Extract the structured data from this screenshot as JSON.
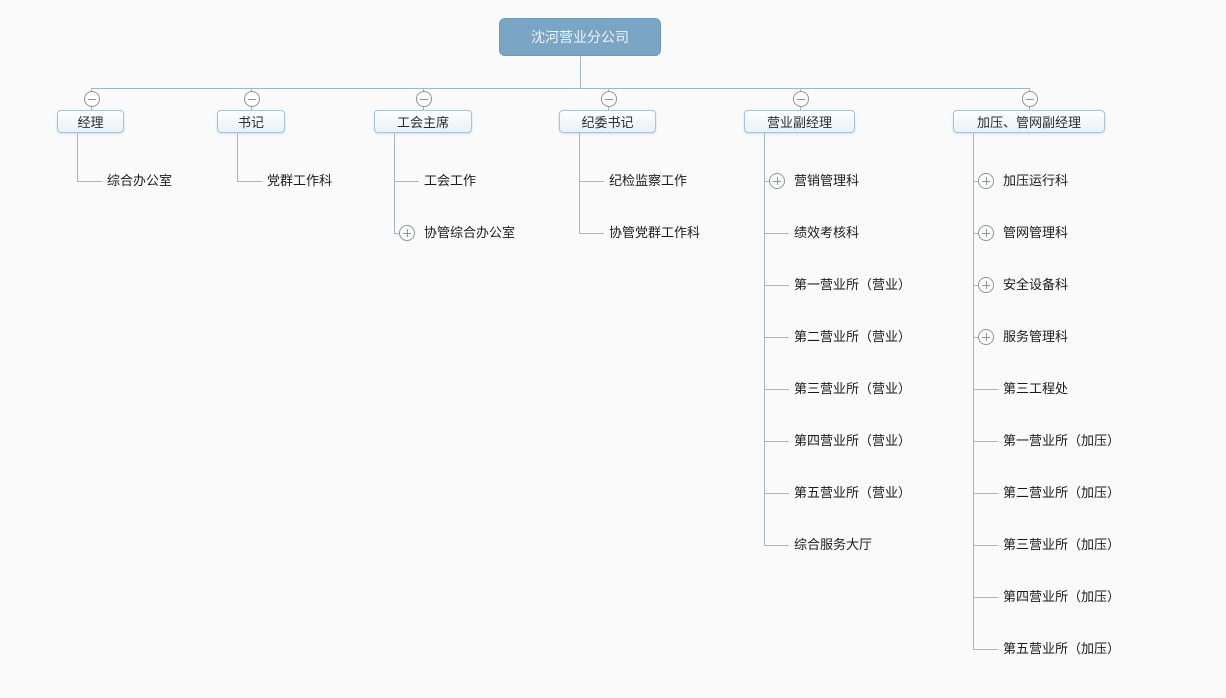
{
  "org_chart": {
    "root": {
      "label": "沈河营业分公司"
    },
    "branches": [
      {
        "label": "经理",
        "collapse_icon": "collapse-minus-icon",
        "children": [
          {
            "label": "综合办公室",
            "icon": "none"
          }
        ]
      },
      {
        "label": "书记",
        "collapse_icon": "collapse-minus-icon",
        "children": [
          {
            "label": "党群工作科",
            "icon": "none"
          }
        ]
      },
      {
        "label": "工会主席",
        "collapse_icon": "collapse-minus-icon",
        "children": [
          {
            "label": "工会工作",
            "icon": "none"
          },
          {
            "label": "协管综合办公室",
            "icon": "expand-plus-icon"
          }
        ]
      },
      {
        "label": "纪委书记",
        "collapse_icon": "collapse-minus-icon",
        "children": [
          {
            "label": "纪检监察工作",
            "icon": "none"
          },
          {
            "label": "协管党群工作科",
            "icon": "none"
          }
        ]
      },
      {
        "label": "营业副经理",
        "collapse_icon": "collapse-minus-icon",
        "children": [
          {
            "label": "营销管理科",
            "icon": "expand-plus-icon"
          },
          {
            "label": "绩效考核科",
            "icon": "none"
          },
          {
            "label": "第一营业所（营业）",
            "icon": "none"
          },
          {
            "label": "第二营业所（营业）",
            "icon": "none"
          },
          {
            "label": "第三营业所（营业）",
            "icon": "none"
          },
          {
            "label": "第四营业所（营业）",
            "icon": "none"
          },
          {
            "label": "第五营业所（营业）",
            "icon": "none"
          },
          {
            "label": "综合服务大厅",
            "icon": "none"
          }
        ]
      },
      {
        "label": "加压、管网副经理",
        "collapse_icon": "collapse-minus-icon",
        "children": [
          {
            "label": "加压运行科",
            "icon": "expand-plus-icon"
          },
          {
            "label": "管网管理科",
            "icon": "expand-plus-icon"
          },
          {
            "label": "安全设备科",
            "icon": "expand-plus-icon"
          },
          {
            "label": "服务管理科",
            "icon": "expand-plus-icon"
          },
          {
            "label": "第三工程处",
            "icon": "none"
          },
          {
            "label": "第一营业所（加压）",
            "icon": "none"
          },
          {
            "label": "第二营业所（加压）",
            "icon": "none"
          },
          {
            "label": "第三营业所（加压）",
            "icon": "none"
          },
          {
            "label": "第四营业所（加压）",
            "icon": "none"
          },
          {
            "label": "第五营业所（加压）",
            "icon": "none"
          }
        ]
      }
    ],
    "colors": {
      "root_fill": "#7aa5c4",
      "node_border": "#a6c3d8",
      "connector_line": "#9db9ce",
      "collapse_icon": "#8c959c",
      "background": "#fafafa"
    }
  }
}
